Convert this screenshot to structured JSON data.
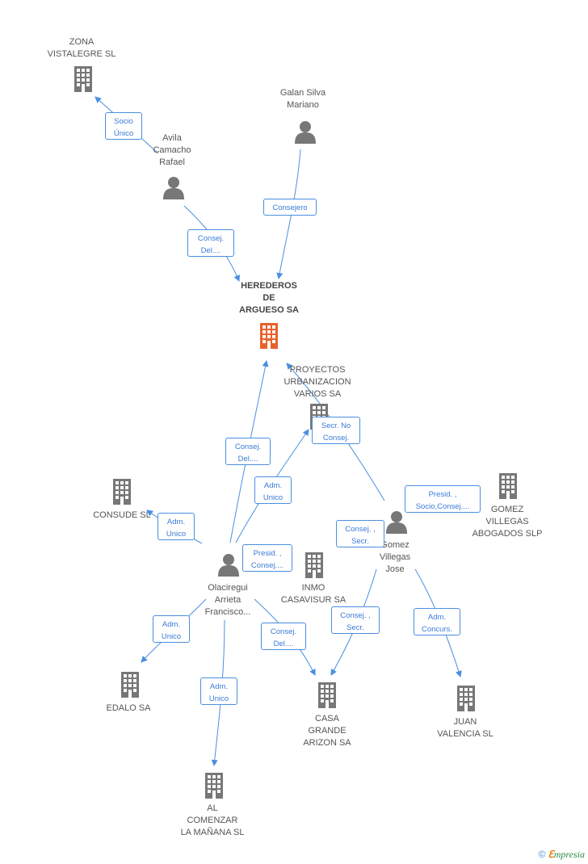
{
  "colors": {
    "edge": "#4a8fe0",
    "node_icon": "#777777",
    "main_icon": "#e8622c",
    "label_text": "#555555"
  },
  "nodes": {
    "zona": "ZONA\nVISTALEGRE SL",
    "galan": "Galan Silva\nMariano",
    "avila": "Avila\nCamacho\nRafael",
    "herederos": "HEREDEROS\nDE\nARGUESO SA",
    "proyectos": "PROYECTOS\nURBANIZACION\nVARIOS SA",
    "consude": "CONSUDE SL",
    "gomez_villegas_slp": "GOMEZ\nVILLEGAS\nABOGADOS SLP",
    "gomez_jose": "Gomez\nVillegas\nJose",
    "inmo": "INMO\nCASAVISUR SA",
    "olaciregui": "Olaciregui\nArrieta\nFrancisco...",
    "edalo": "EDALO SA",
    "casa_grande": "CASA\nGRANDE\nARIZON SA",
    "juan_valencia": "JUAN\nVALENCIA SL",
    "al_comenzar": "AL\nCOMENZAR\nLA MAÑANA SL"
  },
  "edges": {
    "socio_unico": "Socio\nÚnico",
    "consejero": "Consejero",
    "consej_del_1": "Consej.\nDel....",
    "consej_del_2": "Consej.\nDel....",
    "secr_no_consej": "Secr. No\nConsej.",
    "adm_unico_1": "Adm.\nUnico",
    "adm_unico_consude": "Adm.\nUnico",
    "presid_consej_1": "Presid. ,\nConsej....",
    "presid_consej_2": "Presid. ,\nSocio,Consej....",
    "consej_secr_1": "Consej. ,\nSecr.",
    "consej_secr_2": "Consej. ,\nSecr.",
    "adm_unico_edalo": "Adm.\nUnico",
    "consej_del_3": "Consej.\nDel....",
    "adm_concurs": "Adm.\nConcurs.",
    "adm_unico_al": "Adm.\nUnico"
  },
  "brand": {
    "copyright": "©",
    "e": "ℇ",
    "name": "mpresia"
  }
}
